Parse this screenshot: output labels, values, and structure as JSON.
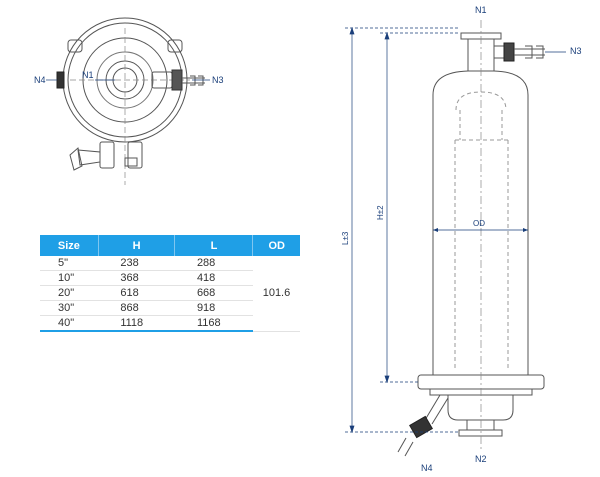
{
  "labels": {
    "top_view": {
      "n1": "N1",
      "n3": "N3",
      "n4": "N4"
    },
    "side_view": {
      "n1": "N1",
      "n2": "N2",
      "n3": "N3",
      "n4": "N4"
    },
    "dimensions": {
      "l": "L±3",
      "h": "H±2",
      "od": "OD"
    }
  },
  "table": {
    "headers": [
      "Size",
      "H",
      "L",
      "OD"
    ],
    "rows": [
      [
        "5\"",
        "238",
        "288"
      ],
      [
        "10\"",
        "368",
        "418"
      ],
      [
        "20\"",
        "618",
        "668"
      ],
      [
        "30\"",
        "868",
        "918"
      ],
      [
        "40\"",
        "1118",
        "1168"
      ]
    ],
    "od_value": "101.6"
  },
  "colors": {
    "header": "#1f9fe6",
    "label": "#1a3f7a",
    "line": "#555555"
  }
}
